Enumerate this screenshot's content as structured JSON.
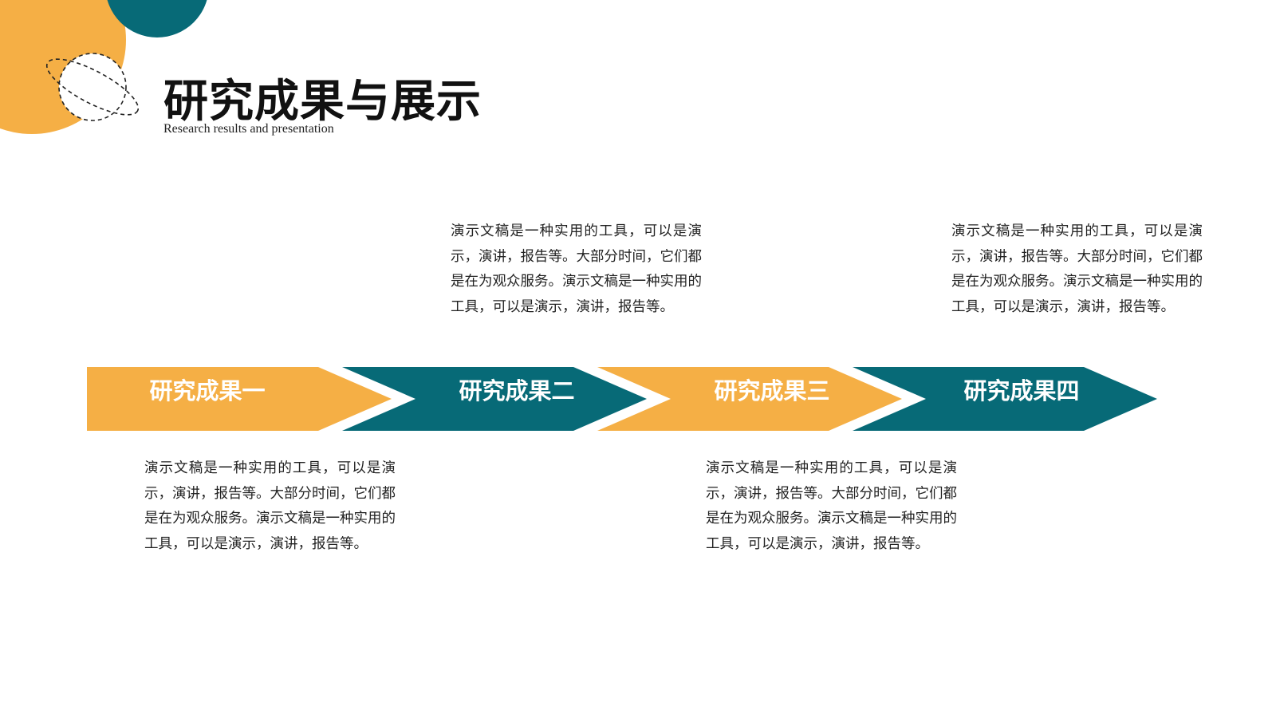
{
  "header": {
    "title": "研究成果与展示",
    "subtitle": "Research results and presentation"
  },
  "colors": {
    "accent_orange": "#F5AF45",
    "accent_teal": "#076A77",
    "title_text": "#111111",
    "body_text": "#222222"
  },
  "icons": [
    "planet-ring-icon"
  ],
  "steps": [
    {
      "label": "研究成果一",
      "color": "#F5AF45",
      "description": "演示文稿是一种实用的工具，可以是演示，演讲，报告等。大部分时间，它们都是在为观众服务。演示文稿是一种实用的工具，可以是演示，演讲，报告等。"
    },
    {
      "label": "研究成果二",
      "color": "#076A77",
      "description": "演示文稿是一种实用的工具，可以是演示，演讲，报告等。大部分时间，它们都是在为观众服务。演示文稿是一种实用的工具，可以是演示，演讲，报告等。"
    },
    {
      "label": "研究成果三",
      "color": "#F5AF45",
      "description": "演示文稿是一种实用的工具，可以是演示，演讲，报告等。大部分时间，它们都是在为观众服务。演示文稿是一种实用的工具，可以是演示，演讲，报告等。"
    },
    {
      "label": "研究成果四",
      "color": "#076A77",
      "description": "演示文稿是一种实用的工具，可以是演示，演讲，报告等。大部分时间，它们都是在为观众服务。演示文稿是一种实用的工具，可以是演示，演讲，报告等。"
    }
  ]
}
